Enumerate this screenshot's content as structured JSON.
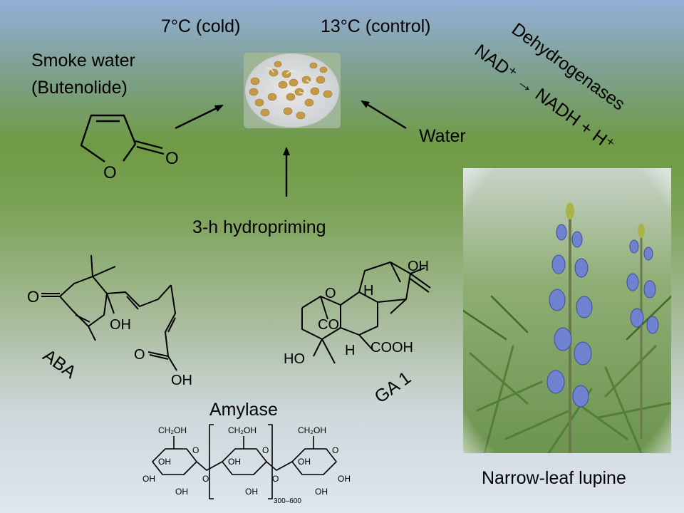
{
  "labels": {
    "cold": "7°C (cold)",
    "control": "13°C (control)",
    "smoke_line1": "Smoke water",
    "smoke_line2": "(Butenolide)",
    "dehydrogenases": "Dehydrogenases",
    "nad_reaction": "NAD⁺ → NADH + H⁺",
    "water": "Water",
    "hydropriming": "3-h hydropriming",
    "aba": "ABA",
    "ga1": "GA 1",
    "amylase": "Amylase",
    "lupine": "Narrow-leaf lupine"
  },
  "chem": {
    "oxygen": "O",
    "hydroxyl": "OH",
    "hydrogen": "H",
    "carboxyl": "COOH",
    "ho": "HO",
    "co": "CO",
    "ch2oh": "CH₂OH",
    "repeat": "300–600"
  }
}
